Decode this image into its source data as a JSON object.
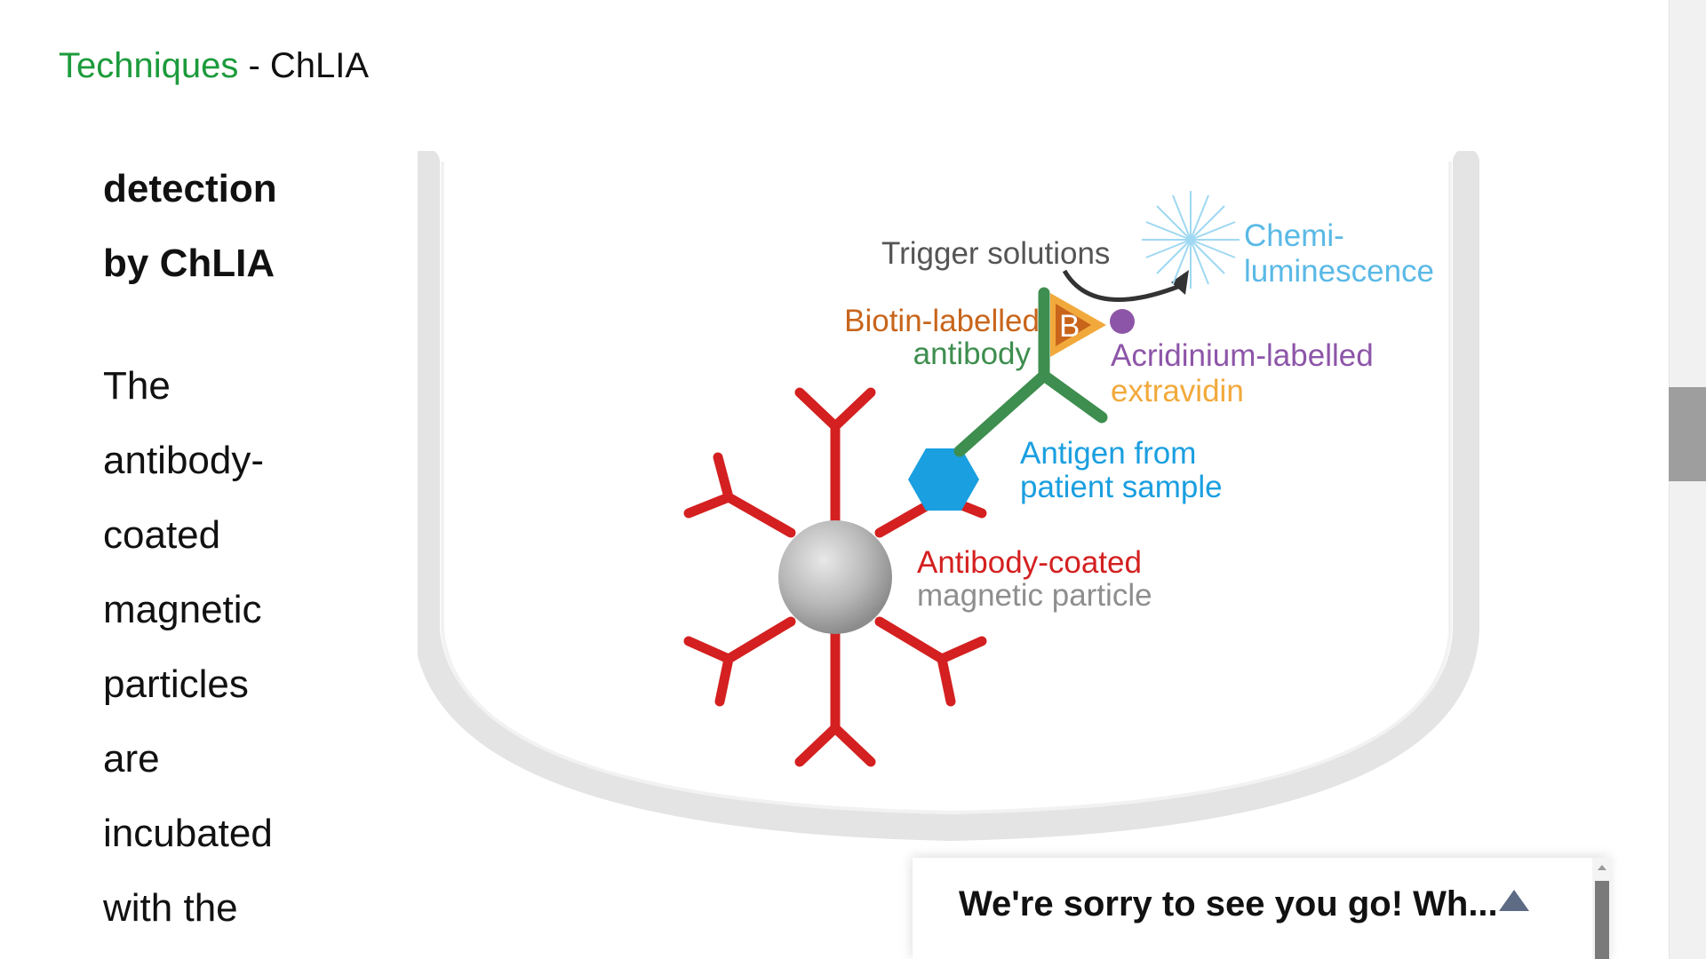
{
  "breadcrumb": {
    "link": "Techniques",
    "separator": " - ",
    "current": "ChLIA"
  },
  "left_column": {
    "heading_lines": [
      "detection",
      "by ChLIA"
    ],
    "body_lines": [
      "The",
      "antibody-",
      "coated",
      "magnetic",
      "particles",
      "are",
      "incubated",
      "with the"
    ]
  },
  "diagram": {
    "labels": {
      "trigger": "Trigger solutions",
      "chemi_1": "Chemi-",
      "chemi_2": "luminescence",
      "biotin_1": "Biotin-labelled",
      "biotin_2": "antibody",
      "biotin_letter": "B",
      "acridinium_1": "Acridinium-labelled",
      "acridinium_2": "extravidin",
      "antigen_1": "Antigen from",
      "antigen_2": "patient sample",
      "particle_1": "Antibody-coated",
      "particle_2": "magnetic particle"
    },
    "colors": {
      "trigger": "#555555",
      "chemi": "#5ab9e6",
      "biotin": "#c8651b",
      "antibody_green": "#3e8e4f",
      "acridinium": "#8d55a8",
      "extravidin": "#f2a93b",
      "antigen": "#1a9fe0",
      "red_antibody": "#d42020",
      "particle_gray": "#8e8e8e"
    }
  },
  "popup": {
    "title": "We're sorry to see you go! Wh..."
  },
  "icons": {
    "popup_toggle": "triangle-up-icon",
    "popup_scroll": "scroll-arrow-up-icon"
  }
}
